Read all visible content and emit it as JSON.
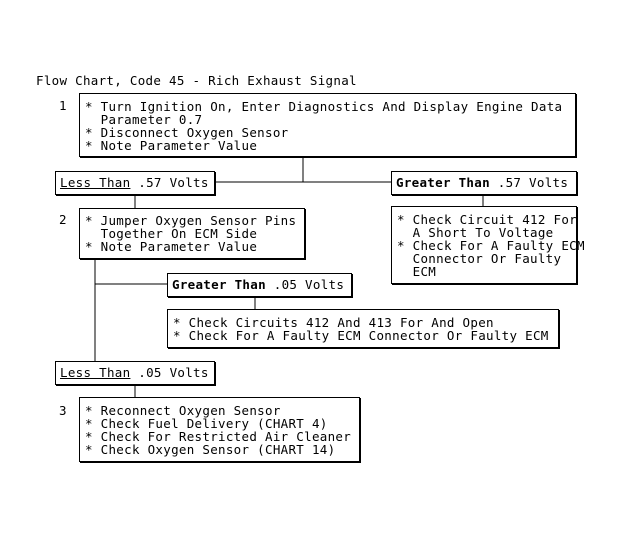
{
  "title": "Flow Chart, Code 45 - Rich Exhaust Signal",
  "steps": [
    {
      "number": "1",
      "lines": [
        "* Turn Ignition On, Enter Diagnostics And Display Engine Data",
        "  Parameter 0.7",
        "* Disconnect Oxygen Sensor",
        "* Note Parameter Value"
      ]
    },
    {
      "number": "2",
      "lines": [
        "* Jumper Oxygen Sensor Pins",
        "  Together On ECM Side",
        "* Note Parameter Value"
      ]
    },
    {
      "number": "3",
      "lines": [
        "* Reconnect Oxygen Sensor",
        "* Check Fuel Delivery (CHART 4)",
        "* Check For Restricted Air Cleaner",
        "* Check Oxygen Sensor (CHART 14)"
      ]
    }
  ],
  "branches": {
    "less_057": {
      "keyword": "Less Than",
      "value": " .57 Volts"
    },
    "greater_057": {
      "keyword": "Greater Than",
      "value": " .57 Volts"
    },
    "greater_005": {
      "keyword": "Greater Than",
      "value": " .05 Volts"
    },
    "less_005": {
      "keyword": "Less Than",
      "value": " .05 Volts"
    }
  },
  "results": {
    "circuit_412": {
      "lines": [
        "* Check Circuit 412 For",
        "  A Short To Voltage",
        "* Check For A Faulty ECM",
        "  Connector Or Faulty",
        "  ECM"
      ]
    },
    "circuits_412_413": {
      "lines": [
        "* Check Circuits 412 And 413 For And Open",
        "* Check For A Faulty ECM Connector Or Faulty ECM"
      ]
    }
  }
}
